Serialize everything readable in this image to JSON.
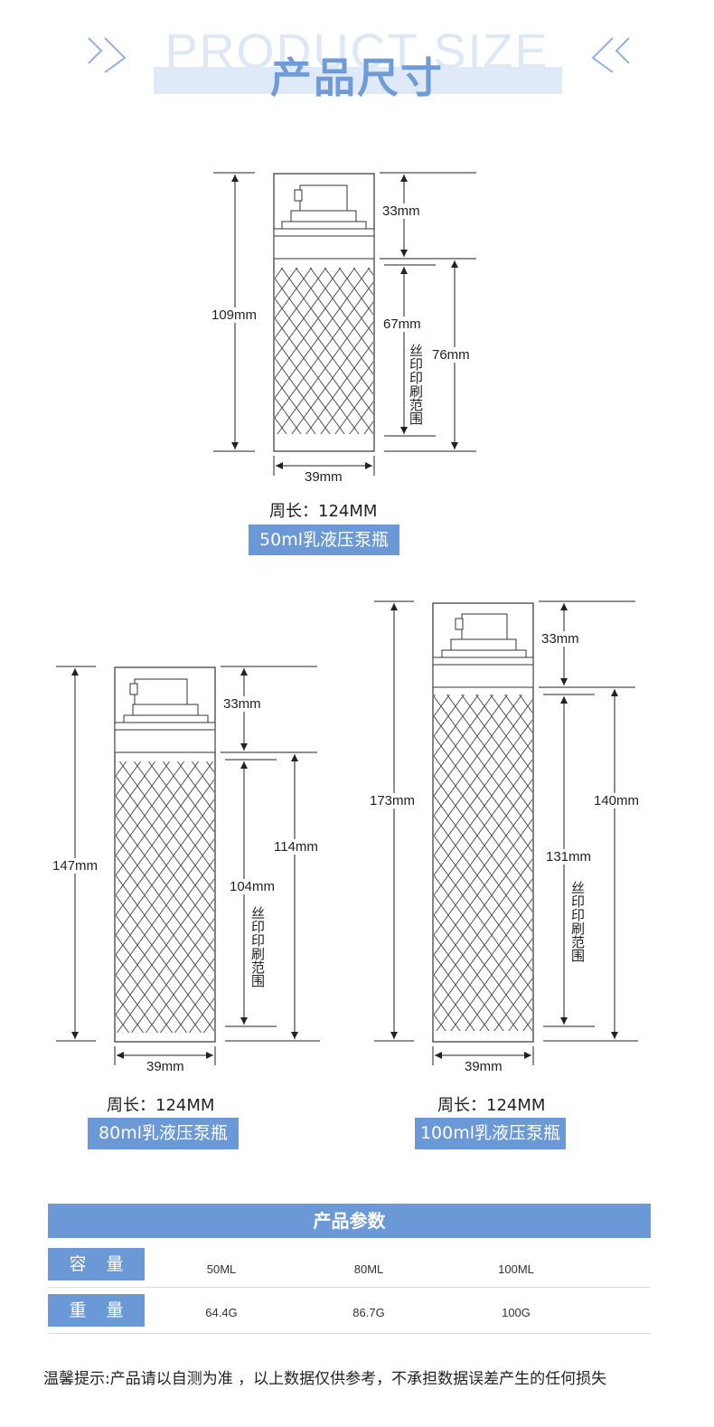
{
  "header": {
    "bg_word": "PRODUCT SIZE",
    "title": "产品尺寸"
  },
  "bottle50": {
    "total": "109mm",
    "cap": "33mm",
    "print": "67mm",
    "body": "76mm",
    "print_range": "丝印印刷范围",
    "width": "39mm",
    "circ": "周长：124MM",
    "label": "50ml乳液压泵瓶"
  },
  "bottle80": {
    "total": "147mm",
    "cap": "33mm",
    "body": "114mm",
    "print": "104mm",
    "print_range": "丝印印刷范围",
    "width": "39mm",
    "circ": "周长：124MM",
    "label": "80ml乳液压泵瓶"
  },
  "bottle100": {
    "total": "173mm",
    "cap": "33mm",
    "body": "140mm",
    "print": "131mm",
    "print_range": "丝印印刷范围",
    "width": "39mm",
    "circ": "周长：124MM",
    "label": "100ml乳液压泵瓶"
  },
  "params": {
    "title": "产品参数",
    "rows": [
      {
        "label": "容量",
        "values": [
          "50ML",
          "80ML",
          "100ML"
        ]
      },
      {
        "label": "重量",
        "values": [
          "64.4G",
          "86.7G",
          "100G"
        ]
      }
    ]
  },
  "note": "温馨提示:产品请以自测为准 ，以上数据仅供参考，不承担数据误差产生的任何损失",
  "colors": {
    "accent": "#6b98d6",
    "accent_light": "#dfe9f7",
    "bg_word": "#dde7f6"
  }
}
